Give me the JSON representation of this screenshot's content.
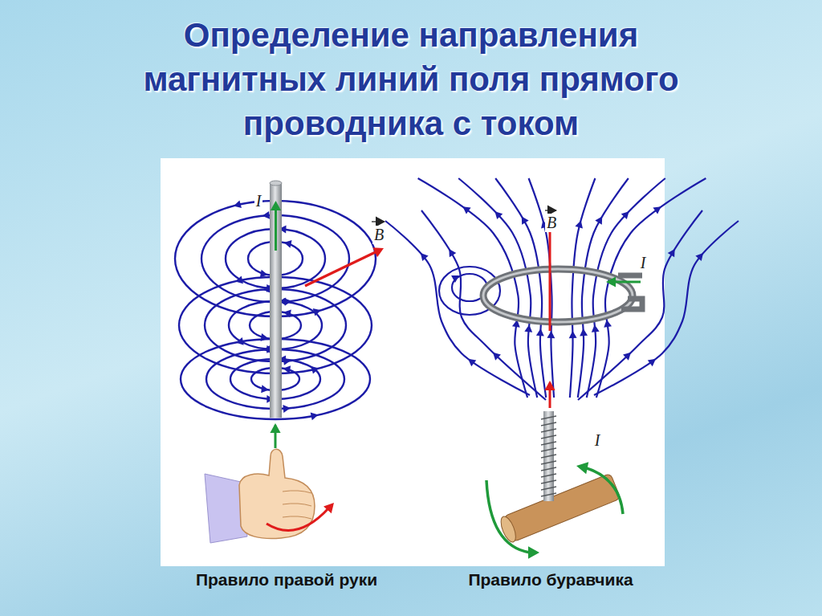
{
  "diagram": {
    "title": "Определение направления магнитных линий поля прямого проводника с током",
    "labels": [
      "I",
      "B",
      "B",
      "I",
      "I",
      "Правило правой руки",
      "Правило буравчика"
    ]
  }
}
